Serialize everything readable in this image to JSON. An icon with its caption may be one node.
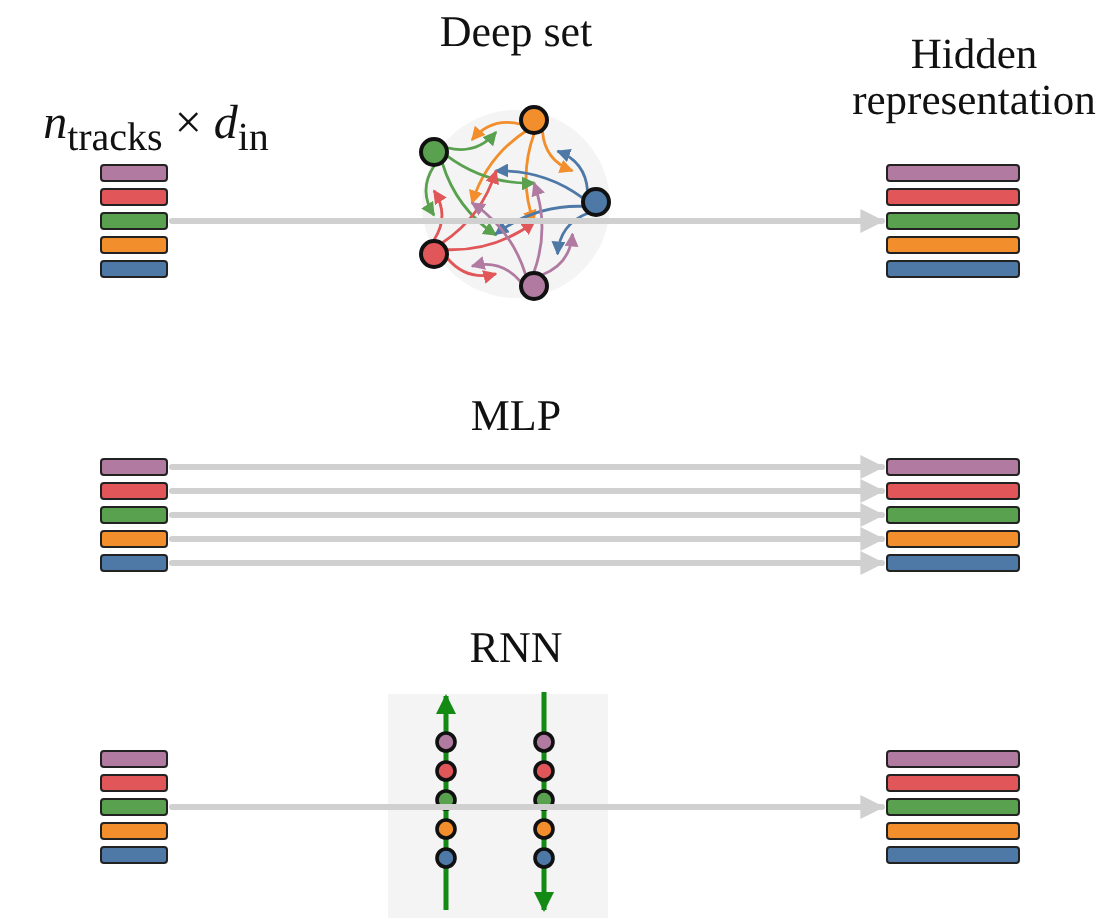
{
  "diagram": {
    "nodes": [
      {
        "text": [],
        "shape": "bar"
      },
      {
        "text": [],
        "shape": "bar"
      },
      {
        "text": [],
        "shape": "bar"
      },
      {
        "text": [],
        "shape": "bar"
      },
      {
        "text": [],
        "shape": "bar"
      },
      {
        "text": [],
        "shape": "bar"
      },
      {
        "text": [],
        "shape": "bar"
      },
      {
        "text": [],
        "shape": "bar"
      },
      {
        "text": [],
        "shape": "bar"
      },
      {
        "text": [],
        "shape": "bar"
      },
      {
        "text": [],
        "shape": "bar"
      },
      {
        "text": [],
        "shape": "bar"
      },
      {
        "text": [],
        "shape": "bar"
      },
      {
        "text": [],
        "shape": "bar"
      },
      {
        "text": [],
        "shape": "bar"
      },
      {
        "text": [],
        "shape": "bar"
      },
      {
        "text": [],
        "shape": "bar"
      },
      {
        "text": [],
        "shape": "bar"
      },
      {
        "text": [],
        "shape": "bar"
      },
      {
        "text": [],
        "shape": "bar"
      },
      {
        "text": [],
        "shape": "bar"
      },
      {
        "text": [],
        "shape": "bar"
      },
      {
        "text": [],
        "shape": "bar"
      },
      {
        "text": [],
        "shape": "bar"
      },
      {
        "text": [],
        "shape": "bar"
      },
      {
        "text": [],
        "shape": "bar"
      },
      {
        "text": [],
        "shape": "bar"
      },
      {
        "text": [],
        "shape": "bar"
      },
      {
        "text": [],
        "shape": "bar"
      },
      {
        "text": [],
        "shape": "bar"
      }
    ],
    "edges": [
      {
        "from": 2,
        "to": 7,
        "arrow": "to"
      },
      {
        "from": 10,
        "to": 15,
        "arrow": "to"
      },
      {
        "from": 11,
        "to": 16,
        "arrow": "to"
      },
      {
        "from": 12,
        "to": 17,
        "arrow": "to"
      },
      {
        "from": 13,
        "to": 18,
        "arrow": "to"
      },
      {
        "from": 14,
        "to": 19,
        "arrow": "to"
      },
      {
        "from": 22,
        "to": 27,
        "arrow": "to"
      }
    ],
    "labels": [
      "*n*$_{tracks}$ × *d*$_{in}$",
      "Deep set",
      "Hidden representation",
      "MLP",
      "RNN"
    ]
  }
}
